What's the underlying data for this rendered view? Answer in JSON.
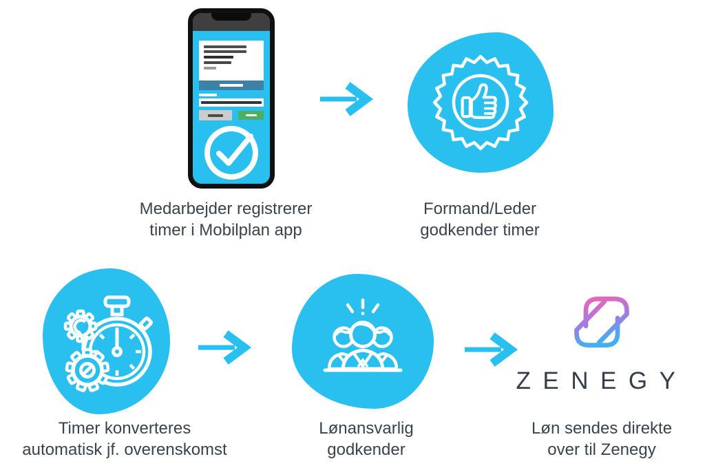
{
  "title": "Mobilplan to Zenegy payroll flow",
  "colors": {
    "accent_cyan": "#29c0f0",
    "caption_text": "#39434d",
    "wordmark_text": "#343e49",
    "phone_primary_button": "#3d80a8",
    "phone_confirm_button_green": "#4caf63",
    "phone_cancel_button_gray": "#cccccc",
    "zenegy_gradient_top": "#f064b3",
    "zenegy_gradient_mid": "#a878e0",
    "zenegy_gradient_bottom": "#44aef2"
  },
  "steps": [
    {
      "id": "register",
      "icon": "mobilplan-app-phone",
      "caption": [
        "Medarbejder registrerer",
        "timer i Mobilplan app"
      ]
    },
    {
      "id": "approve-foreman",
      "icon": "thumbs-up-badge",
      "caption": [
        "Formand/Leder",
        "godkender timer"
      ]
    },
    {
      "id": "convert",
      "icon": "gears-stopwatch",
      "caption": [
        "Timer konverteres",
        "automatisk jf. overenskomst"
      ]
    },
    {
      "id": "approve-payroll",
      "icon": "team",
      "caption": [
        "Lønansvarlig",
        "godkender"
      ]
    },
    {
      "id": "send-to-zenegy",
      "icon": "zenegy-logo",
      "wordmark": "ZENEGY",
      "caption": [
        "Løn sendes direkte",
        "over til Zenegy"
      ]
    }
  ]
}
